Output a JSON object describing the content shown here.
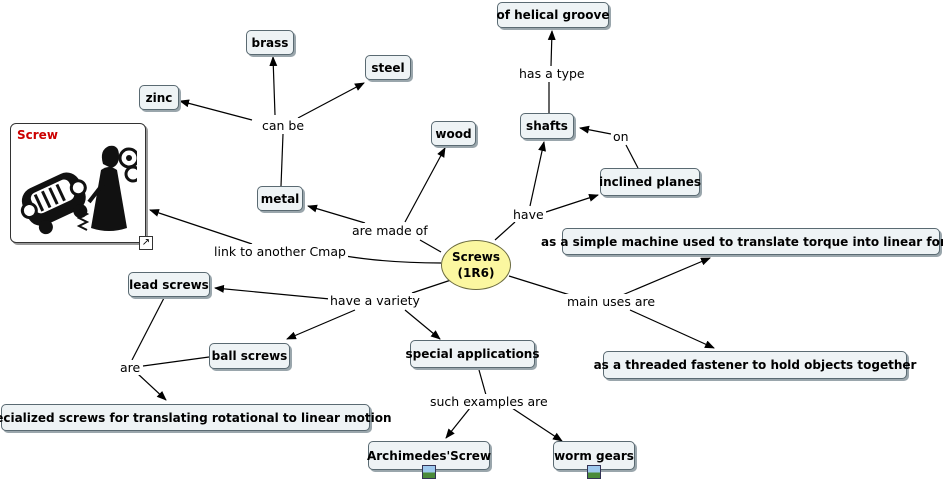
{
  "center": {
    "line1": "Screws",
    "line2": "(1R6)"
  },
  "nodes": {
    "brass": "brass",
    "steel": "steel",
    "zinc": "zinc",
    "metal": "metal",
    "wood": "wood",
    "helical": "of helical groove",
    "shafts": "shafts",
    "inclined": "inclined planes",
    "simple_machine": "as a simple machine used to translate torque into linear force",
    "fastener": "as a threaded fastener to hold objects together",
    "lead_screws": "lead screws",
    "ball_screws": "ball screws",
    "special_apps": "special applications",
    "specialized": "specialized screws for translating rotational to linear motion",
    "archimedes": "Archimedes'Screw",
    "worm_gears": "worm gears"
  },
  "image_node": {
    "title": "Screw"
  },
  "links": {
    "can_be": "can be",
    "made_of": "are made of",
    "has_type": "has a type",
    "on": "on",
    "have": "have",
    "link_cmap": "link to another Cmap",
    "main_uses": "main uses are",
    "variety": "have a variety",
    "are": "are",
    "such_examples": "such examples are"
  },
  "icons": {
    "cmap_link": "arrow-link-icon",
    "resource": "image-resource-icon"
  },
  "colors": {
    "node_fill": "#eef3f5",
    "center_fill": "#fbf7a0",
    "image_title": "#cc0000"
  }
}
